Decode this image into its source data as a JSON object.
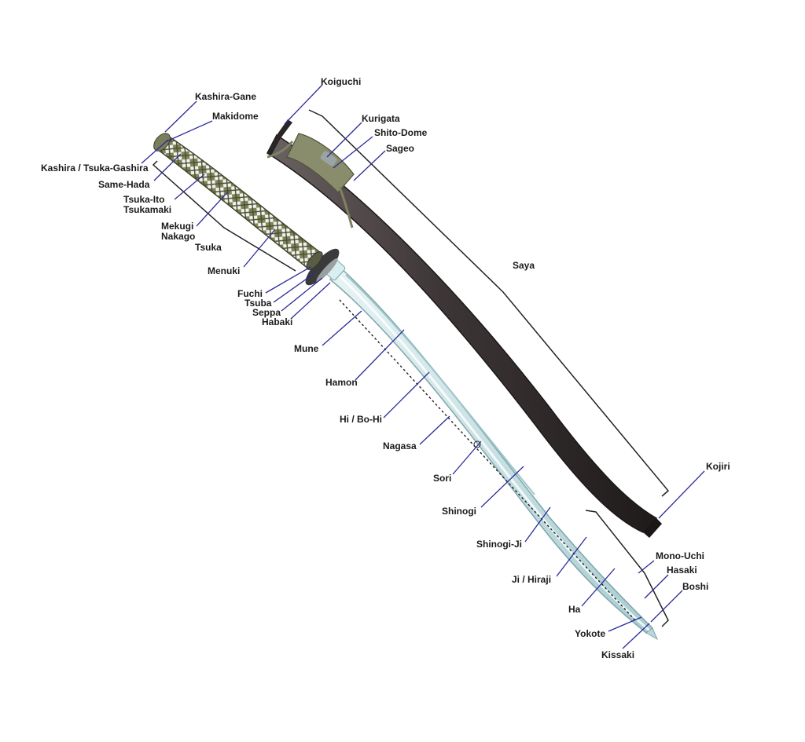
{
  "diagram": {
    "labels": {
      "kashira_gane": "Kashira-Gane",
      "makidome": "Makidome",
      "kashira": "Kashira / Tsuka-Gashira",
      "same_hada": "Same-Hada",
      "tsuka_ito": "Tsuka-Ito",
      "tsukamaki": "Tsukamaki",
      "mekugi": "Mekugi",
      "nakago": "Nakago",
      "tsuka": "Tsuka",
      "menuki": "Menuki",
      "fuchi": "Fuchi",
      "tsuba": "Tsuba",
      "seppa": "Seppa",
      "habaki": "Habaki",
      "mune": "Mune",
      "hamon": "Hamon",
      "hi": "Hi / Bo-Hi",
      "nagasa": "Nagasa",
      "sori": "Sori",
      "shinogi": "Shinogi",
      "shinogi_ji": "Shinogi-Ji",
      "ji": "Ji / Hiraji",
      "ha": "Ha",
      "yokote": "Yokote",
      "kissaki": "Kissaki",
      "koiguchi": "Koiguchi",
      "kurigata": "Kurigata",
      "shito_dome": "Shito-Dome",
      "sageo": "Sageo",
      "saya": "Saya",
      "kojiri": "Kojiri",
      "mono_uchi": "Mono-Uchi",
      "hasaki": "Hasaki",
      "boshi": "Boshi"
    },
    "colors": {
      "leader": "#2b2b9a",
      "bracket": "#222222",
      "saya": "#4a4343",
      "saya_dark": "#2c2727",
      "blade": "#cfe4e6",
      "blade_edge": "#9ebfc3",
      "ito": "#7d8159",
      "ito_dark": "#4d5133",
      "tsuba": "#3a3a3a"
    }
  }
}
